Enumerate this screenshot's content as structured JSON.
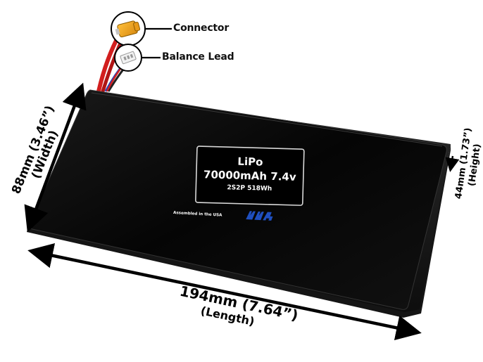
{
  "callouts": {
    "connector": "Connector",
    "balance_lead": "Balance Lead"
  },
  "label": {
    "chemistry": "LiPo",
    "capacity_voltage": "70000mAh 7.4v",
    "config_energy": "2S2P 518Wh",
    "assembled": "Assembled in the USA"
  },
  "dimensions": {
    "length_value": "194mm (7.64”)",
    "length_name": "(Length)",
    "width_value": "88mm (3.46”)",
    "width_name": "(Width)",
    "height_value": "44mm (1.73”)",
    "height_name": "(Height)"
  },
  "colors": {
    "battery_body": "#0a0a0a",
    "battery_edge": "#2a2a2a",
    "connector_yellow": "#f0a020",
    "wire_red": "#d21e1e",
    "wire_blue": "#2a3fb0",
    "logo_blue": "#1f4fbf"
  }
}
